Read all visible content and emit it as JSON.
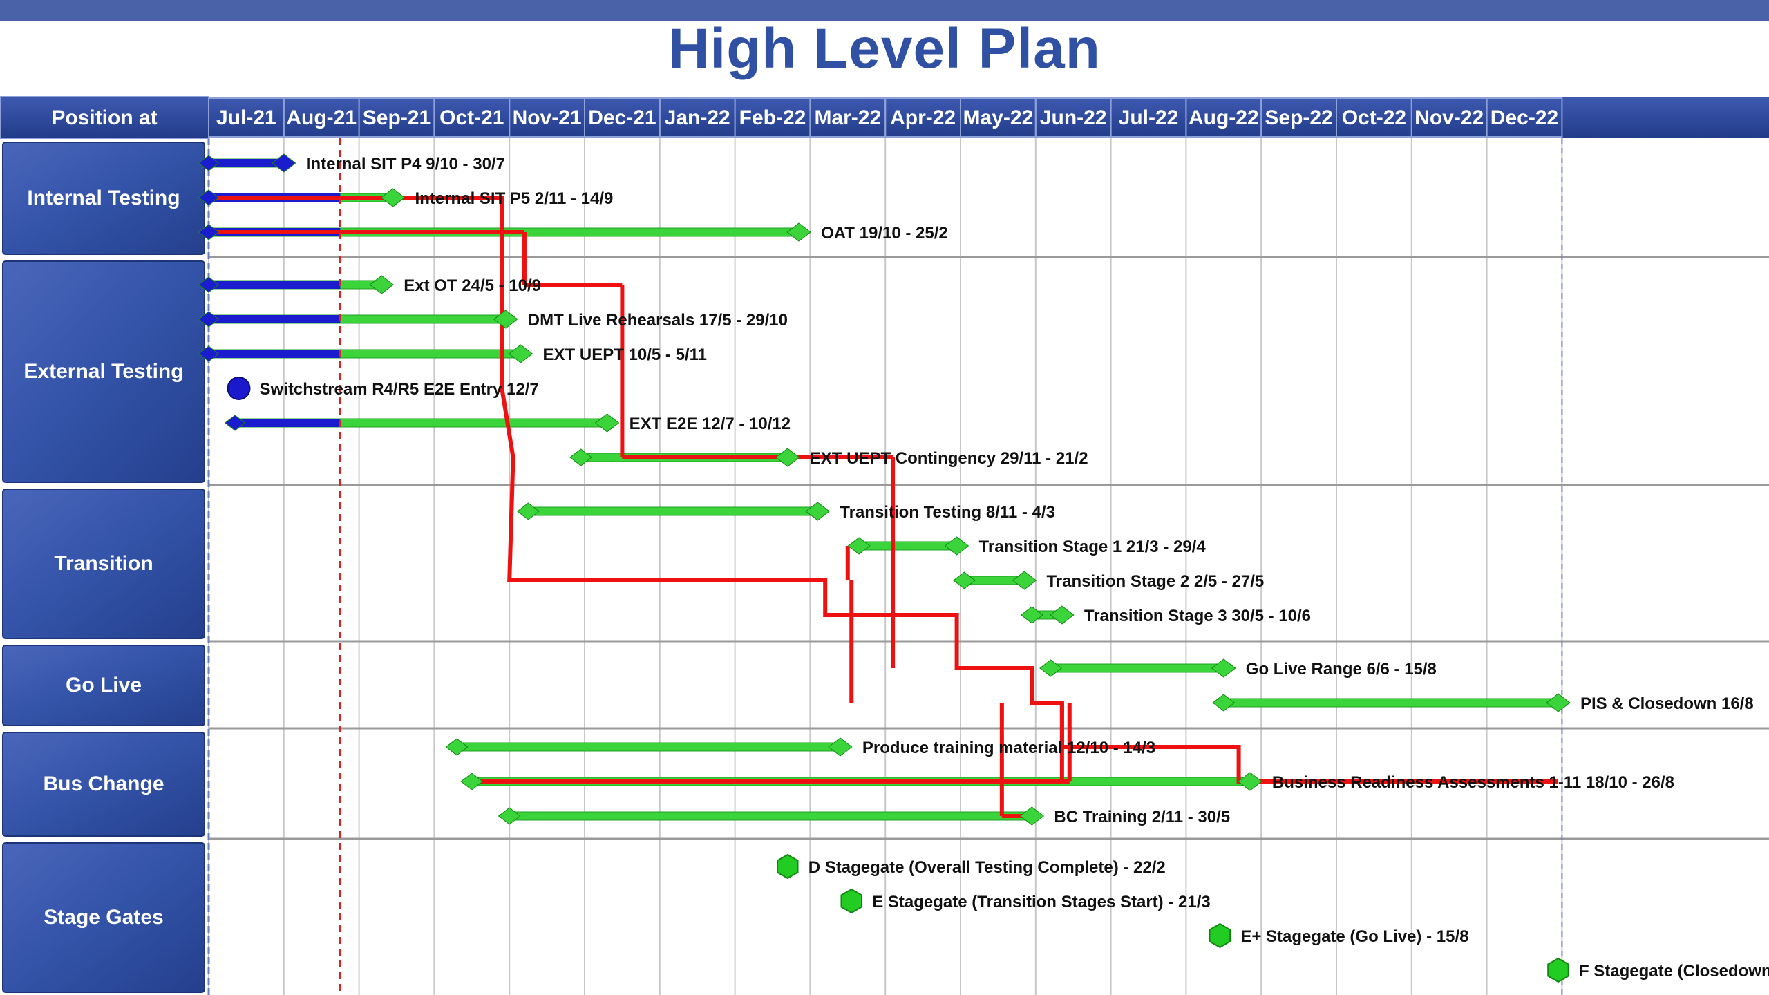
{
  "title": "High Level Plan",
  "chart_data": {
    "type": "gantt",
    "title": "High Level Plan",
    "header_label": "Position at",
    "months": [
      "Jul-21",
      "Aug-21",
      "Sep-21",
      "Oct-21",
      "Nov-21",
      "Dec-21",
      "Jan-22",
      "Feb-22",
      "Mar-22",
      "Apr-22",
      "May-22",
      "Jun-22",
      "Jul-22",
      "Aug-22",
      "Sep-22",
      "Oct-22",
      "Nov-22",
      "Dec-22"
    ],
    "position_at": 1.75,
    "sections": [
      {
        "name": "Internal Testing",
        "tasks": [
          {
            "label": "Internal  SIT  P4    9/10  -  30/7",
            "start": 0.0,
            "status_to": 1.0,
            "end": 1.0
          },
          {
            "label": "Internal  SIT  P5    2/11  -  14/9",
            "start": 0.0,
            "status_to": 1.75,
            "end": 2.45
          },
          {
            "label": "OAT    19/10  -  25/2",
            "start": 0.0,
            "status_to": 1.75,
            "end": 7.85
          }
        ]
      },
      {
        "name": "External Testing",
        "tasks": [
          {
            "label": "Ext OT    24/5  -  10/9",
            "start": 0.0,
            "status_to": 1.75,
            "end": 2.3
          },
          {
            "label": "DMT  Live  Rehearsals    17/5  -  29/10",
            "start": 0.0,
            "status_to": 1.75,
            "end": 3.95
          },
          {
            "label": "EXT  UEPT    10/5  -  5/11",
            "start": 0.0,
            "status_to": 1.75,
            "end": 4.15
          },
          {
            "label": "Switchstream  R4/R5  E2E  Entry    12/7",
            "milestone": 0.4,
            "marker": "circle"
          },
          {
            "label": "EXT E2E    12/7  -  10/12",
            "start": 0.35,
            "status_to": 1.75,
            "end": 5.3
          },
          {
            "label": "EXT UEPT  Contingency    29/11  -  21/2",
            "start": 4.95,
            "end": 7.7
          }
        ]
      },
      {
        "name": "Transition",
        "tasks": [
          {
            "label": "Transition  Testing    8/11  -  4/3",
            "start": 4.25,
            "end": 8.1
          },
          {
            "label": "Transition  Stage  1    21/3  -  29/4",
            "start": 8.65,
            "end": 9.95
          },
          {
            "label": "Transition  Stage  2    2/5  -  27/5",
            "start": 10.05,
            "end": 10.85
          },
          {
            "label": "Transition  Stage  3    30/5  -  10/6",
            "start": 10.95,
            "end": 11.35
          }
        ]
      },
      {
        "name": "Go Live",
        "tasks": [
          {
            "label": "Go Live  Range    6/6  -  15/8",
            "start": 11.2,
            "end": 13.5
          },
          {
            "label": "PIS  &  Closedown    16/8",
            "start": 13.5,
            "end": 17.95
          }
        ]
      },
      {
        "name": "Bus Change",
        "tasks": [
          {
            "label": "Produce  training  material     12/10  -  14/3",
            "start": 3.3,
            "end": 8.4
          },
          {
            "label": "Business  Readiness  Assessments  1-11    18/10  -  26/8",
            "start": 3.5,
            "end": 13.85
          },
          {
            "label": "BC  Training    2/11  -  30/5",
            "start": 4.0,
            "end": 10.95
          }
        ]
      },
      {
        "name": "Stage Gates",
        "tasks": [
          {
            "label": "D  Stagegate  (Overall  Testing  Complete)   -  22/2",
            "milestone": 7.7,
            "marker": "hexagon"
          },
          {
            "label": "E  Stagegate  (Transition  Stages  Start)  -  21/3",
            "milestone": 8.55,
            "marker": "hexagon"
          },
          {
            "label": "E+  Stagegate  (Go Live)   -  15/8",
            "milestone": 13.45,
            "marker": "hexagon"
          },
          {
            "label": "F  Stagegate  (Closedown",
            "milestone": 17.95,
            "marker": "hexagon"
          }
        ]
      }
    ],
    "critical_path": [
      {
        "x": -0.1,
        "task": 1
      },
      {
        "x": 3.9,
        "task": 1
      },
      {
        "x": 3.9,
        "task": 6
      },
      {
        "x": 4.05,
        "task": 8
      },
      {
        "x": 4.0,
        "task": 11
      },
      {
        "x": 8.2,
        "task": 11
      },
      {
        "x": 8.2,
        "task": 12
      },
      {
        "x": 9.95,
        "task": 12
      },
      {
        "x": 9.95,
        "task": 13
      },
      {
        "x": 10.95,
        "task": 13
      },
      {
        "x": 10.95,
        "task": 14
      },
      {
        "x": 11.35,
        "task": 14
      },
      {
        "x": 11.35,
        "task": 15
      },
      {
        "x": 13.7,
        "task": 15
      },
      {
        "x": 13.7,
        "task": 16
      },
      {
        "x": 17.95,
        "task": 16
      }
    ],
    "colors": {
      "header": "#2a4596",
      "header_text": "#ffffff",
      "planned": "#3bd43b",
      "completed": "#1c1ccf",
      "critical_path": "#ee1111",
      "milestone": "#22cc22",
      "switchstream_marker": "#1a1acc",
      "position_line": "#e02020",
      "grid": "#c8c8c8"
    }
  }
}
